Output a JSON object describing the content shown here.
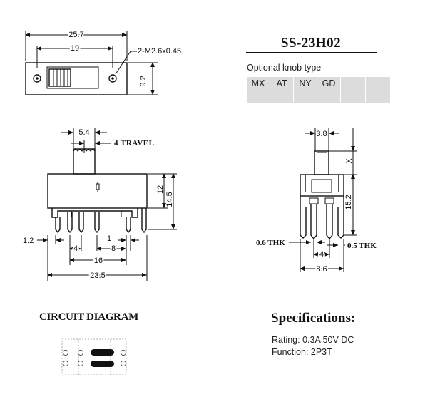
{
  "part_number": "SS-23H02",
  "knob": {
    "label": "Optional knob type",
    "types": [
      "MX",
      "AT",
      "NY",
      "GD",
      "",
      ""
    ]
  },
  "top_view": {
    "overall_length": "25.7",
    "hole_spacing": "19",
    "hole_note": "2-M2.6x0.45",
    "width": "9.2"
  },
  "front_view": {
    "knob_width": "5.4",
    "travel": "4 TRAVEL",
    "body_height": "12",
    "total_height": "14.5",
    "end_offset": "1.2",
    "pitch_a": "4",
    "pitch_b": "8",
    "gap": "1",
    "pin_span": "16",
    "base_length": "23.5"
  },
  "side_view": {
    "knob_width": "3.8",
    "knob_height": "X",
    "height": "15.2",
    "pin_thk": "0.6 THK",
    "tab_thk": "0.5 THK",
    "pin_pitch": "4",
    "width": "8.6"
  },
  "circuit": {
    "title": "CIRCUIT DIAGRAM"
  },
  "specs": {
    "title": "Specifications:",
    "rating": "Rating: 0.3A 50V DC",
    "function": "Function: 2P3T"
  }
}
